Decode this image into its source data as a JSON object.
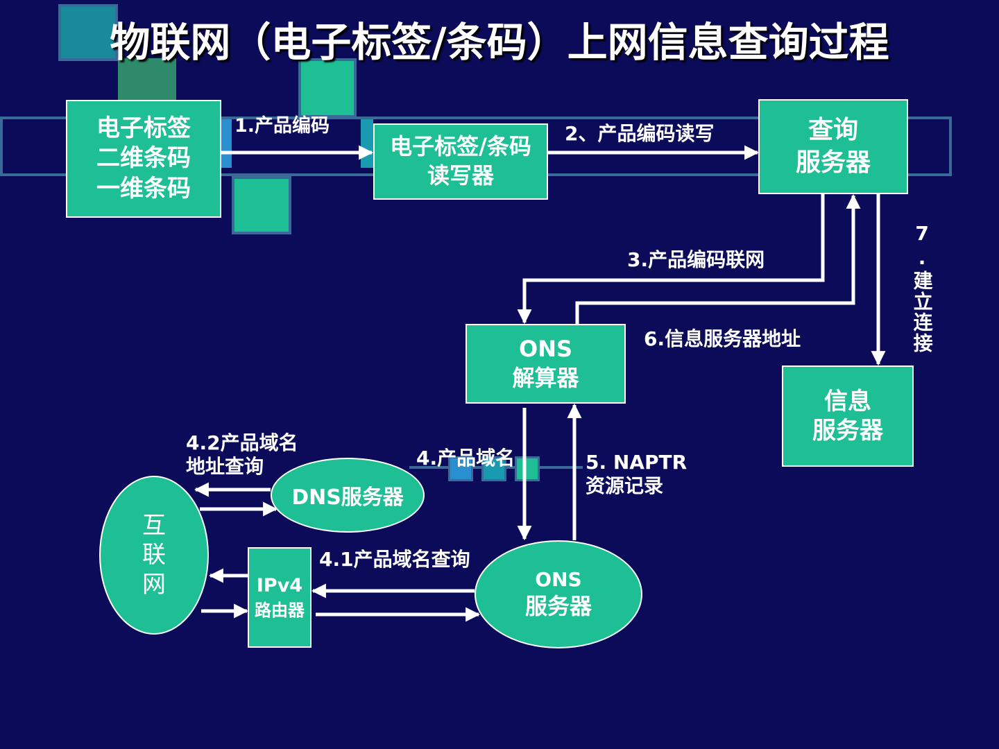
{
  "title": "物联网（电子标签/条码）上网信息查询过程",
  "colors": {
    "background": "#0b0b5a",
    "node_fill": "#1fbf95",
    "node_border": "#ffffff",
    "deco_band": "#3a6a98",
    "arrow": "#ffffff"
  },
  "nodes": {
    "tag": {
      "lines": [
        "电子标签",
        "二维条码",
        "一维条码"
      ]
    },
    "reader": {
      "lines": [
        "电子标签/条码",
        "读写器"
      ]
    },
    "query_server": {
      "lines": [
        "查询",
        "服务器"
      ]
    },
    "ons_resolver": {
      "lines": [
        "ONS",
        "解算器"
      ]
    },
    "info_server": {
      "lines": [
        "信息",
        "服务器"
      ]
    },
    "dns_server": {
      "lines": [
        "DNS服务器"
      ]
    },
    "internet": {
      "lines": [
        "互",
        "联",
        "网"
      ]
    },
    "router": {
      "lines": [
        "IPv4",
        "路由器"
      ]
    },
    "ons_server": {
      "lines": [
        "ONS",
        "服务器"
      ]
    }
  },
  "edges": {
    "e1": "1.产品编码",
    "e2": "2、产品编码读写",
    "e3": "3.产品编码联网",
    "e6": "6.信息服务器地址",
    "e7": "7.建立连接",
    "e42_line1": "4.2产品域名",
    "e42_line2": "地址查询",
    "e4": "4.产品域名",
    "e5_line1": "5. NAPTR",
    "e5_line2": "资源记录",
    "e41": "4.1产品域名查询"
  }
}
